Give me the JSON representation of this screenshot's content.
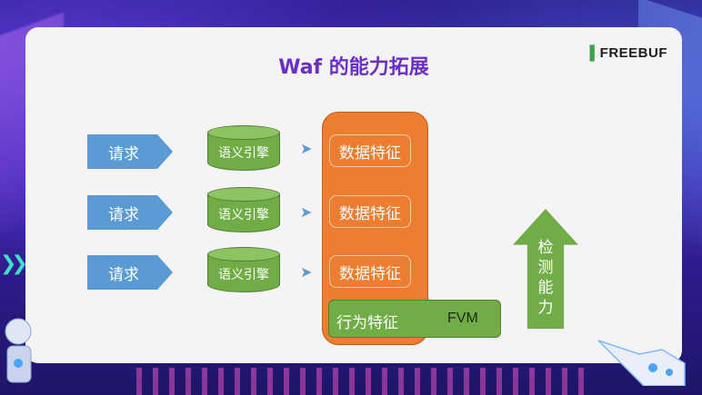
{
  "slide": {
    "title": "Waf 的能力拓展",
    "logo_mark": "▌",
    "logo_text": "FREEBUF"
  },
  "rows": [
    {
      "request": "请求",
      "engine": "语义引擎",
      "feature": "数据特征"
    },
    {
      "request": "请求",
      "engine": "语义引擎",
      "feature": "数据特征"
    },
    {
      "request": "请求",
      "engine": "语义引擎",
      "feature": "数据特征"
    }
  ],
  "behavior": {
    "label": "行为特征",
    "tag": "FVM"
  },
  "detect": {
    "label": "检测能力"
  },
  "colors": {
    "request_blue": "#5b9bd5",
    "engine_green": "#70ad47",
    "feature_orange": "#ed7d31",
    "title_purple": "#6a2fc6"
  },
  "icons": {
    "arrow": "chevron-right-icon",
    "up_arrow": "up-arrow-shape"
  }
}
